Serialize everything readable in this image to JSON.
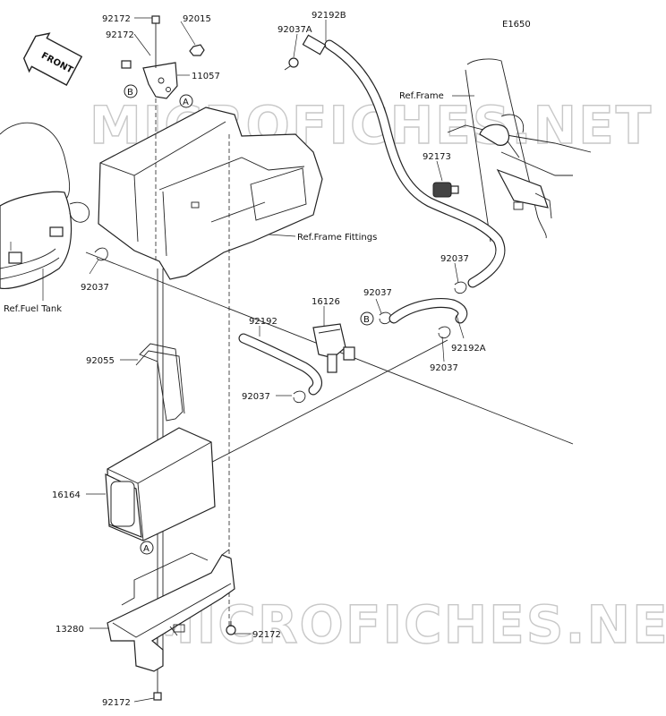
{
  "diagram_code": "E1650",
  "front_label": "FRONT",
  "watermark": "MICROFICHES.NET",
  "labels": {
    "p92172_top": "92172",
    "p92015": "92015",
    "p92172_left": "92172",
    "p11057": "11057",
    "p92192B": "92192B",
    "p92037A": "92037A",
    "ref_frame": "Ref.Frame",
    "p92173": "92173",
    "ref_frame_fittings": "Ref.Frame Fittings",
    "p92037_a": "92037",
    "p92037_b": "92037",
    "ref_fuel_tank": "Ref.Fuel Tank",
    "p16126": "16126",
    "p92037_c": "92037",
    "p92192": "92192",
    "p92192A": "92192A",
    "p92037_d": "92037",
    "p92055": "92055",
    "p92037_e": "92037",
    "p16164": "16164",
    "p13280": "13280",
    "p92172_br": "92172",
    "p92172_bottom": "92172"
  },
  "callouts": {
    "A": "A",
    "B": "B"
  }
}
